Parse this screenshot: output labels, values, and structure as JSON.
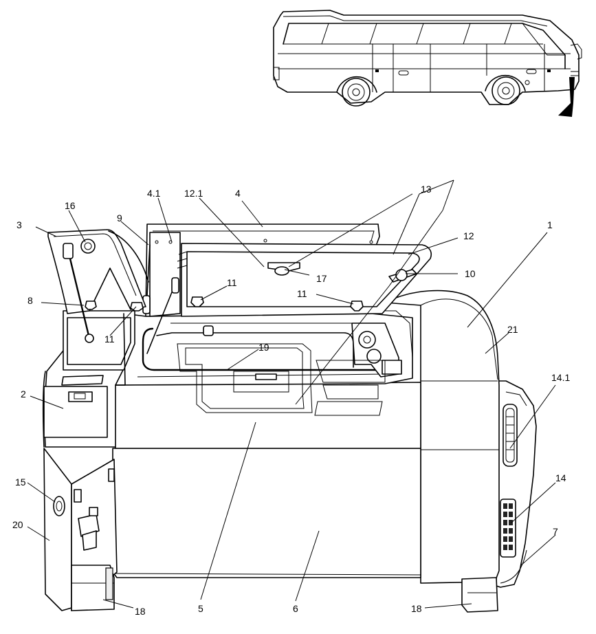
{
  "callouts": [
    {
      "id": "c1",
      "text": "1"
    },
    {
      "id": "c2",
      "text": "2"
    },
    {
      "id": "c3",
      "text": "3"
    },
    {
      "id": "c4",
      "text": "4"
    },
    {
      "id": "c4_1",
      "text": "4.1"
    },
    {
      "id": "c5",
      "text": "5"
    },
    {
      "id": "c6",
      "text": "6"
    },
    {
      "id": "c7",
      "text": "7"
    },
    {
      "id": "c8",
      "text": "8"
    },
    {
      "id": "c9",
      "text": "9"
    },
    {
      "id": "c10",
      "text": "10"
    },
    {
      "id": "c11a",
      "text": "11"
    },
    {
      "id": "c11b",
      "text": "11"
    },
    {
      "id": "c11c",
      "text": "11"
    },
    {
      "id": "c12",
      "text": "12"
    },
    {
      "id": "c12_1",
      "text": "12.1"
    },
    {
      "id": "c13",
      "text": "13"
    },
    {
      "id": "c14",
      "text": "14"
    },
    {
      "id": "c14_1",
      "text": "14.1"
    },
    {
      "id": "c15",
      "text": "15"
    },
    {
      "id": "c16",
      "text": "16"
    },
    {
      "id": "c17",
      "text": "17"
    },
    {
      "id": "c18a",
      "text": "18"
    },
    {
      "id": "c18b",
      "text": "18"
    },
    {
      "id": "c19",
      "text": "19"
    },
    {
      "id": "c20",
      "text": "20"
    },
    {
      "id": "c21",
      "text": "21"
    }
  ]
}
